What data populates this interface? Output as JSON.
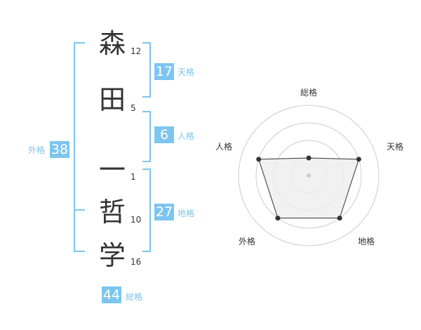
{
  "name": {
    "chars": [
      {
        "char": "森",
        "strokes": "12"
      },
      {
        "char": "田",
        "strokes": "5"
      },
      {
        "char": "一",
        "strokes": "1"
      },
      {
        "char": "哲",
        "strokes": "10"
      },
      {
        "char": "学",
        "strokes": "16"
      }
    ]
  },
  "fortune": {
    "tenkaku": {
      "label": "天格",
      "value": "17"
    },
    "jinkaku": {
      "label": "人格",
      "value": "6"
    },
    "chikaku": {
      "label": "地格",
      "value": "27"
    },
    "gaikaku": {
      "label": "外格",
      "value": "38"
    },
    "soukaku": {
      "label": "総格",
      "value": "44"
    }
  },
  "radar": {
    "axes": [
      "総格",
      "天格",
      "地格",
      "外格",
      "人格"
    ],
    "levels": 4,
    "max": 4,
    "values": [
      1,
      3,
      3,
      3,
      3
    ],
    "fill_color": "#eeeeee",
    "line_color": "#333333",
    "grid_color": "#cccccc"
  },
  "colors": {
    "accent": "#7dc5ef",
    "text": "#333333"
  }
}
